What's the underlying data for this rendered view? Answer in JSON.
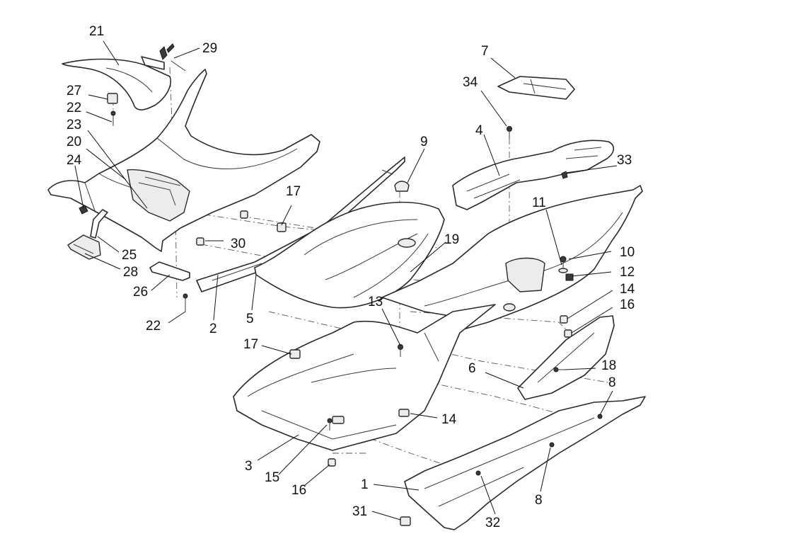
{
  "diagram": {
    "callouts": [
      {
        "id": "c21",
        "text": "21"
      },
      {
        "id": "c29",
        "text": "29"
      },
      {
        "id": "c27",
        "text": "27"
      },
      {
        "id": "c22a",
        "text": "22"
      },
      {
        "id": "c23",
        "text": "23"
      },
      {
        "id": "c20",
        "text": "20"
      },
      {
        "id": "c24",
        "text": "24"
      },
      {
        "id": "c25",
        "text": "25"
      },
      {
        "id": "c28",
        "text": "28"
      },
      {
        "id": "c26",
        "text": "26"
      },
      {
        "id": "c22b",
        "text": "22"
      },
      {
        "id": "c2",
        "text": "2"
      },
      {
        "id": "c17a",
        "text": "17"
      },
      {
        "id": "c30",
        "text": "30"
      },
      {
        "id": "c5",
        "text": "5"
      },
      {
        "id": "c9",
        "text": "9"
      },
      {
        "id": "c19",
        "text": "19"
      },
      {
        "id": "c7",
        "text": "7"
      },
      {
        "id": "c34",
        "text": "34"
      },
      {
        "id": "c4",
        "text": "4"
      },
      {
        "id": "c33",
        "text": "33"
      },
      {
        "id": "c11",
        "text": "11"
      },
      {
        "id": "c10",
        "text": "10"
      },
      {
        "id": "c12",
        "text": "12"
      },
      {
        "id": "c14a",
        "text": "14"
      },
      {
        "id": "c16a",
        "text": "16"
      },
      {
        "id": "c13",
        "text": "13"
      },
      {
        "id": "c17b",
        "text": "17"
      },
      {
        "id": "c6",
        "text": "6"
      },
      {
        "id": "c18",
        "text": "18"
      },
      {
        "id": "c8a",
        "text": "8"
      },
      {
        "id": "c14b",
        "text": "14"
      },
      {
        "id": "c3",
        "text": "3"
      },
      {
        "id": "c15",
        "text": "15"
      },
      {
        "id": "c16b",
        "text": "16"
      },
      {
        "id": "c1",
        "text": "1"
      },
      {
        "id": "c8b",
        "text": "8"
      },
      {
        "id": "c31",
        "text": "31"
      },
      {
        "id": "c32",
        "text": "32"
      }
    ]
  }
}
